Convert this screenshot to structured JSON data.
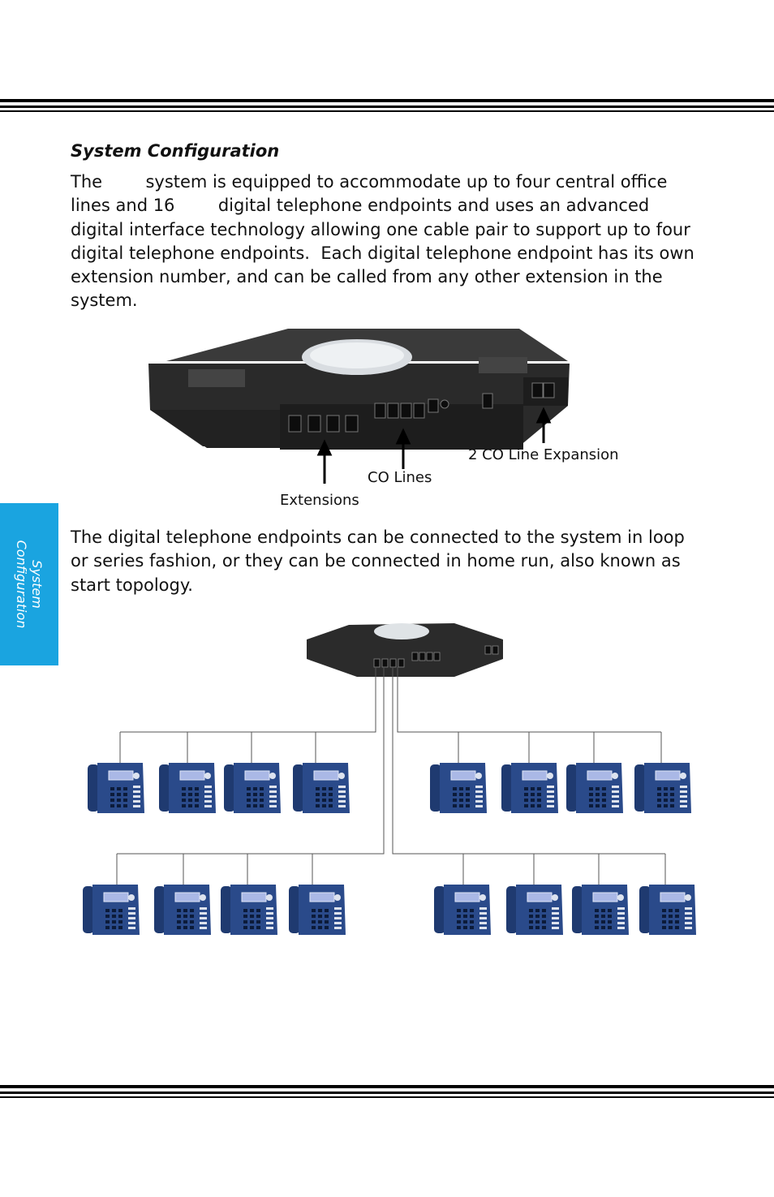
{
  "section": {
    "heading": "System Configuration",
    "paragraph1_lines": [
      "The        system is equipped to accommodate up to four central office",
      "lines and 16        digital telephone endpoints and uses an advanced",
      "digital interface technology allowing one cable pair to support up to four",
      "digital telephone endpoints.  Each digital telephone endpoint has its own",
      "extension number, and can be called from any other extension in the",
      "system."
    ],
    "paragraph2_lines": [
      "The digital telephone endpoints can be connected to the system in loop",
      "or series fashion, or they can be connected in home run, also known as",
      "start topology."
    ]
  },
  "figure1": {
    "callouts": {
      "expansion": "2 CO Line Expansion",
      "co_lines": "CO Lines",
      "extensions": "Extensions"
    }
  },
  "side_tab": {
    "line1": "System",
    "line2": "Configuration"
  },
  "colors": {
    "tab": "#1aa4e0",
    "phone": "#2a4a8a",
    "device": "#2b2b2b"
  }
}
